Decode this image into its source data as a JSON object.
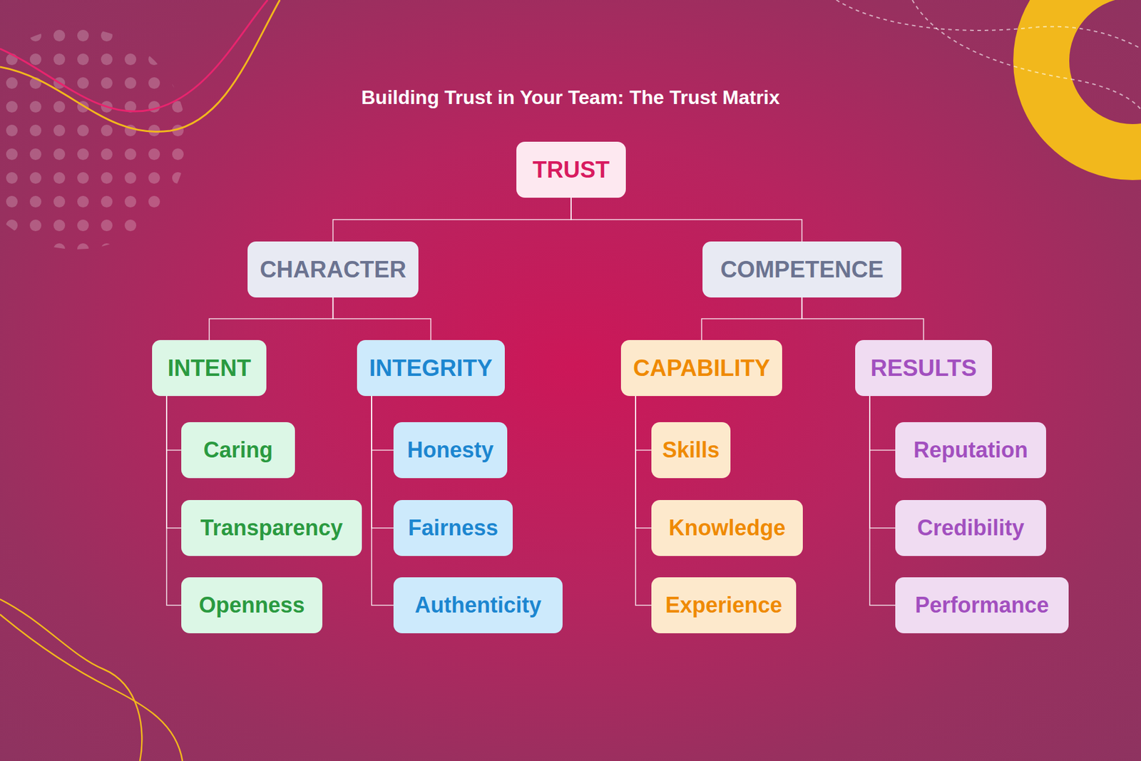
{
  "diagram": {
    "title": "Building Trust in Your Team: The Trust Matrix",
    "nodes": [
      {
        "text": [
          "TRUST"
        ]
      },
      {
        "text": [
          "CHARACTER"
        ]
      },
      {
        "text": [
          "COMPETENCE"
        ]
      },
      {
        "text": [
          "INTENT"
        ]
      },
      {
        "text": [
          "INTEGRITY"
        ]
      },
      {
        "text": [
          "CAPABILITY"
        ]
      },
      {
        "text": [
          "RESULTS"
        ]
      },
      {
        "text": [
          "Caring"
        ]
      },
      {
        "text": [
          "Transparency"
        ]
      },
      {
        "text": [
          "Openness"
        ]
      },
      {
        "text": [
          "Honesty"
        ]
      },
      {
        "text": [
          "Fairness"
        ]
      },
      {
        "text": [
          "Authenticity"
        ]
      },
      {
        "text": [
          "Skills"
        ]
      },
      {
        "text": [
          "Knowledge"
        ]
      },
      {
        "text": [
          "Experience"
        ]
      },
      {
        "text": [
          "Reputation"
        ]
      },
      {
        "text": [
          "Credibility"
        ]
      },
      {
        "text": [
          "Performance"
        ]
      }
    ],
    "edges": [
      {
        "from": 0,
        "to": 1,
        "arrow": "none"
      },
      {
        "from": 0,
        "to": 2,
        "arrow": "none"
      },
      {
        "from": 1,
        "to": 3,
        "arrow": "none"
      },
      {
        "from": 1,
        "to": 4,
        "arrow": "none"
      },
      {
        "from": 2,
        "to": 5,
        "arrow": "none"
      },
      {
        "from": 2,
        "to": 6,
        "arrow": "none"
      },
      {
        "from": 3,
        "to": 7,
        "arrow": "none"
      },
      {
        "from": 3,
        "to": 8,
        "arrow": "none"
      },
      {
        "from": 3,
        "to": 9,
        "arrow": "none"
      },
      {
        "from": 4,
        "to": 10,
        "arrow": "none"
      },
      {
        "from": 4,
        "to": 11,
        "arrow": "none"
      },
      {
        "from": 4,
        "to": 12,
        "arrow": "none"
      },
      {
        "from": 5,
        "to": 13,
        "arrow": "none"
      },
      {
        "from": 5,
        "to": 14,
        "arrow": "none"
      },
      {
        "from": 5,
        "to": 15,
        "arrow": "none"
      },
      {
        "from": 6,
        "to": 16,
        "arrow": "none"
      },
      {
        "from": 6,
        "to": 17,
        "arrow": "none"
      },
      {
        "from": 6,
        "to": 18,
        "arrow": "none"
      }
    ]
  }
}
